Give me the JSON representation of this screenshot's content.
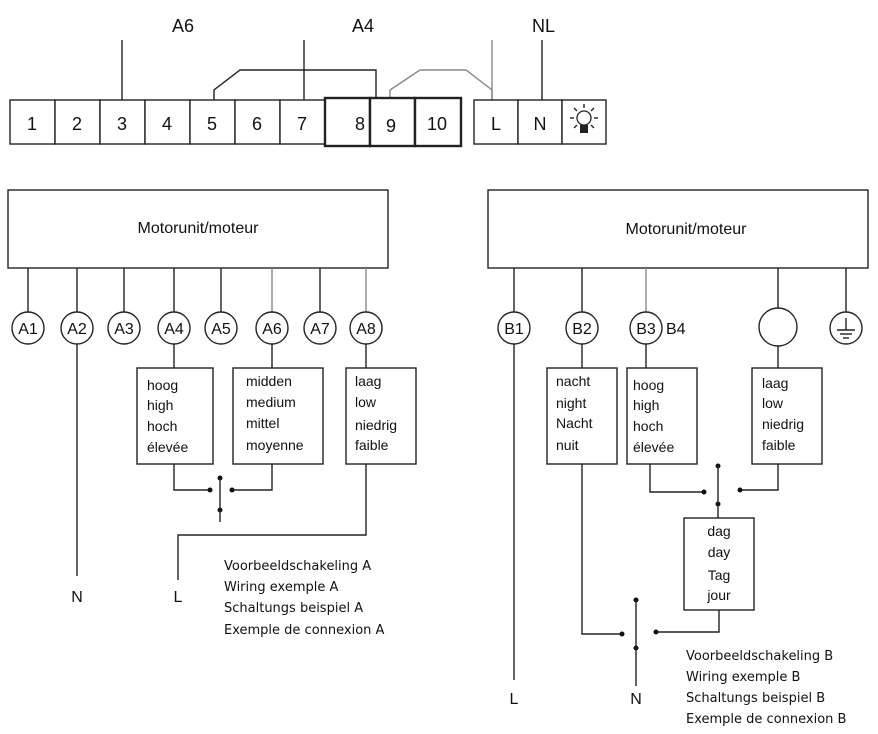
{
  "top": {
    "labels": {
      "a6": "A6",
      "a4": "A4",
      "nl": "NL"
    },
    "terminals": [
      "1",
      "2",
      "3",
      "4",
      "5",
      "6",
      "7",
      "8",
      "9",
      "10",
      "L",
      "N"
    ],
    "lamp_icon": "lamp-icon"
  },
  "left": {
    "motor_label": "Motorunit/moteur",
    "pins": [
      "A1",
      "A2",
      "A3",
      "A4",
      "A5",
      "A6",
      "A7",
      "A8"
    ],
    "box_high": [
      "hoog",
      "high",
      "hoch",
      "élevée"
    ],
    "box_medium": [
      "midden",
      "medium",
      "mittel",
      "moyenne"
    ],
    "box_low": [
      "laag",
      "low",
      "niedrig",
      "faible"
    ],
    "n_label": "N",
    "l_label": "L",
    "legend": [
      "Voorbeeldschakeling A",
      "Wiring exemple A",
      "Schaltungs beispiel A",
      "Exemple de connexion A"
    ]
  },
  "right": {
    "motor_label": "Motorunit/moteur",
    "pins": [
      "B1",
      "B2",
      "B3"
    ],
    "pin_b4": "B4",
    "ground_icon": "ground-icon",
    "box_night": [
      "nacht",
      "night",
      "Nacht",
      "nuit"
    ],
    "box_high": [
      "hoog",
      "high",
      "hoch",
      "élevée"
    ],
    "box_low": [
      "laag",
      "low",
      "niedrig",
      "faible"
    ],
    "box_day": [
      "dag",
      "day",
      "Tag",
      "jour"
    ],
    "l_label": "L",
    "n_label": "N",
    "legend": [
      "Voorbeeldschakeling B",
      "Wiring exemple B",
      "Schaltungs beispiel B",
      "Exemple de connexion B"
    ]
  }
}
